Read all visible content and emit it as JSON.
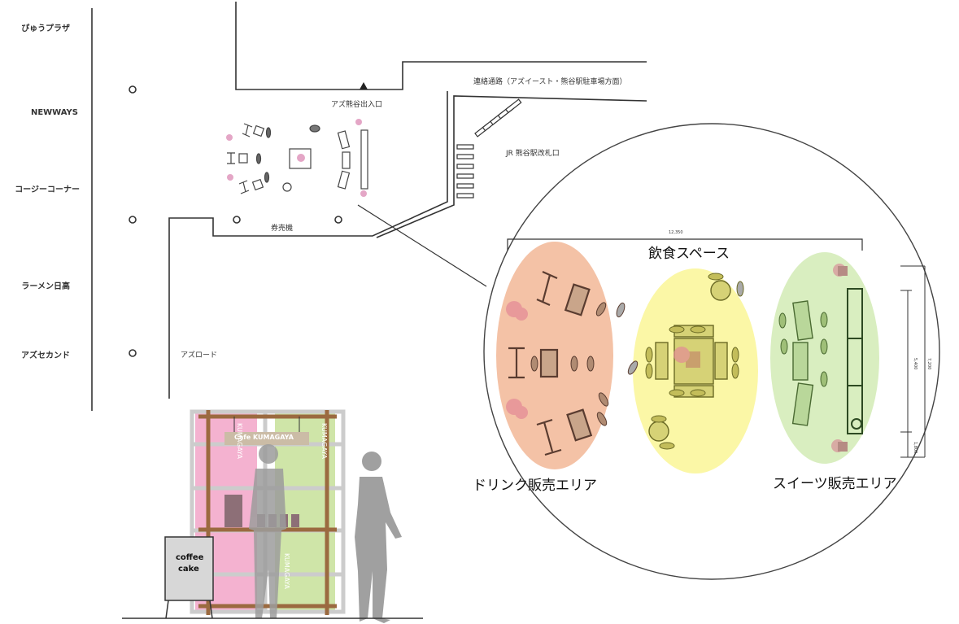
{
  "floor_plan": {
    "left_shops": [
      "ぴゅうプラザ",
      "NEWWAYS",
      "コージーコーナー",
      "ラーメン日高",
      "アズセカンド"
    ],
    "road_label": "アズロード",
    "entrance_label": "アズ熊谷出入口",
    "corridor_label": "連絡通路（アズイースト・熊谷駅駐車場方面）",
    "gate_label": "JR 熊谷駅改札口",
    "ticket_label": "券売機"
  },
  "detail": {
    "width_dim": "12,350",
    "area_title": "飲食スペース",
    "drink_area": "ドリンク販売エリア",
    "sweets_area": "スイーツ販売エリア",
    "dim_total": "7,200",
    "dim_mid": "5,400",
    "dim_low": "1,800",
    "colors": {
      "drink": "#f4c2a6",
      "center": "#fbf7a6",
      "sweets": "#d9eec0"
    }
  },
  "elevation": {
    "sign_label": "Cafe KUMAGAYA",
    "board_line1": "coffee",
    "board_line2": "cake",
    "banner_text": "KUMAGAYA"
  }
}
